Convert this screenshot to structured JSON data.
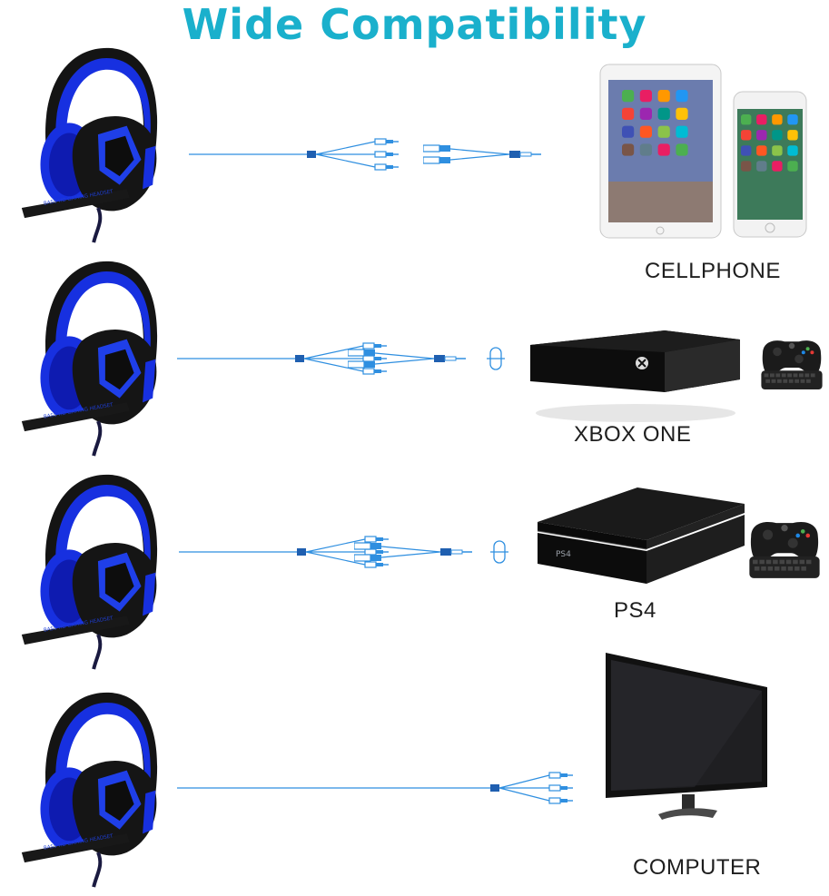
{
  "title": "Wide Compatibility",
  "headset": {
    "print": "BASS HD GAMING HEADSET",
    "colors": {
      "shell": "#141414",
      "accent": "#1730e0",
      "accent_light": "#2f56ff"
    }
  },
  "cable_color": "#2f8fe0",
  "rows": [
    {
      "label": "CELLPHONE",
      "devices": [
        "tablet",
        "smartphone"
      ]
    },
    {
      "label": "XBOX ONE",
      "devices": [
        "xbox-console",
        "controller"
      ]
    },
    {
      "label": "PS4",
      "devices": [
        "ps4-console",
        "controller"
      ],
      "console_print": "PS4"
    },
    {
      "label": "COMPUTER",
      "devices": [
        "monitor"
      ]
    }
  ]
}
